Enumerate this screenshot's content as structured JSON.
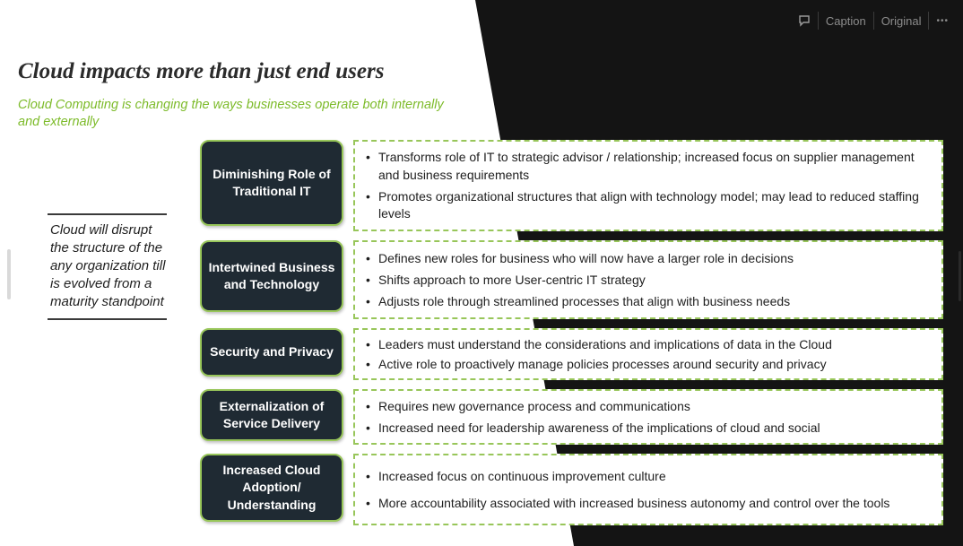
{
  "toolbar": {
    "caption_label": "Caption",
    "original_label": "Original",
    "more_label": "•••"
  },
  "slide": {
    "title": "Cloud impacts more than just end users",
    "subtitle": "Cloud Computing is changing the ways businesses operate both internally and externally",
    "callout": "Cloud will disrupt the structure of the any organization till is evolved from a maturity standpoint",
    "rows": [
      {
        "category": "Diminishing Role of Traditional IT",
        "points": [
          "Transforms role of IT to strategic advisor / relationship; increased focus on supplier management and business requirements",
          "Promotes organizational structures that align with technology model; may lead to reduced staffing levels"
        ]
      },
      {
        "category": "Intertwined Business and Technology",
        "points": [
          "Defines new roles for business who will now have a larger role in decisions",
          "Shifts approach to more User-centric IT strategy",
          "Adjusts role through streamlined processes that align with business needs"
        ]
      },
      {
        "category": "Security and Privacy",
        "points": [
          "Leaders must understand the considerations and implications of data in the Cloud",
          "Active role to proactively manage policies processes around security and privacy"
        ]
      },
      {
        "category": "Externalization of Service Delivery",
        "points": [
          "Requires new governance process and communications",
          "Increased need for leadership awareness of the implications of cloud and social"
        ]
      },
      {
        "category": "Increased Cloud Adoption/ Understanding",
        "points": [
          "Increased focus on continuous improvement culture",
          "More accountability associated with increased business autonomy and control over the tools"
        ]
      }
    ]
  },
  "colors": {
    "accent_green": "#98c65a",
    "subtitle_green": "#7dbb2a",
    "category_bg": "#1f2a33",
    "dark_bg": "#141414"
  }
}
